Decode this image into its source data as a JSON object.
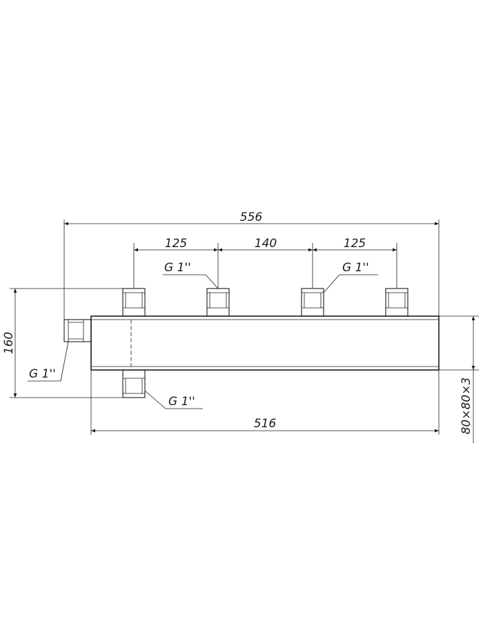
{
  "dimensions": {
    "overall_length": "556",
    "body_length": "516",
    "spacing_left": "125",
    "spacing_middle": "140",
    "spacing_right": "125",
    "height": "160",
    "section": "80×80×3"
  },
  "thread_labels": {
    "top_left": "G 1''",
    "top_right": "G 1''",
    "side_inlet": "G 1''",
    "bottom": "G 1''"
  }
}
